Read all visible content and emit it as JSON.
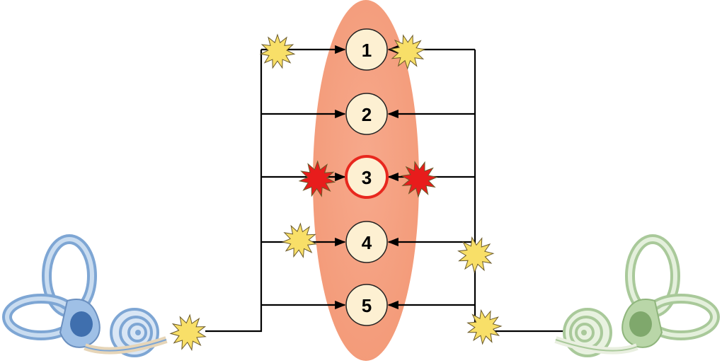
{
  "nodes": [
    {
      "label": "1",
      "highlighted": false
    },
    {
      "label": "2",
      "highlighted": false
    },
    {
      "label": "3",
      "highlighted": true
    },
    {
      "label": "4",
      "highlighted": false
    },
    {
      "label": "5",
      "highlighted": false
    }
  ],
  "colors": {
    "ellipse_fill": "#f5a282",
    "node_fill": "#fdf0d2",
    "node_stroke": "#222222",
    "highlight_stroke": "#e8281e",
    "burst_yellow": "#f8df68",
    "burst_red": "#e81c1c",
    "ear_left": "#8fb3de",
    "ear_right": "#b9d6a8"
  },
  "icons": {
    "left_ear": "inner-ear-left-icon",
    "right_ear": "inner-ear-right-icon",
    "burst": "starburst-icon"
  }
}
